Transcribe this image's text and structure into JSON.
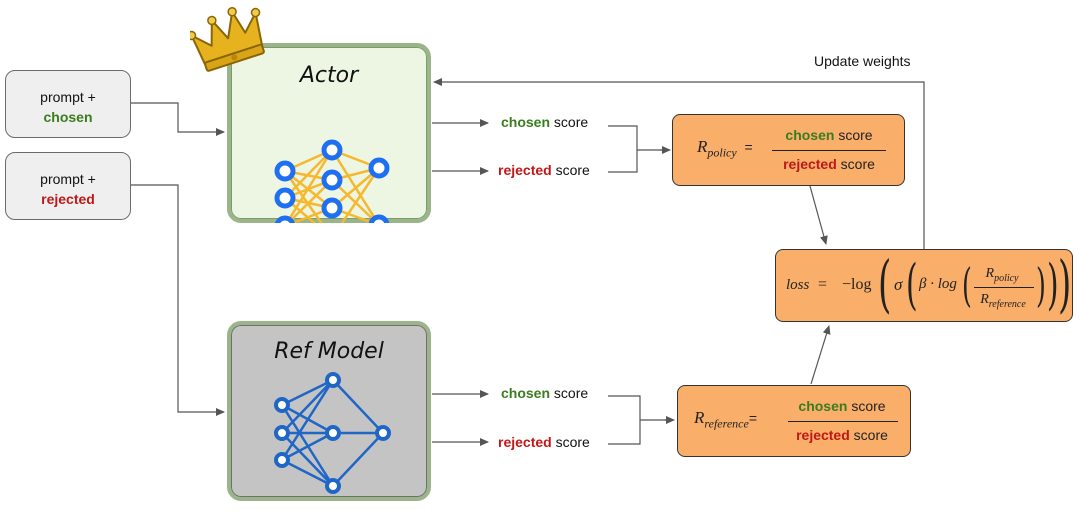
{
  "inputs": {
    "chosen": {
      "line1": "prompt +",
      "line2": "chosen"
    },
    "rejected": {
      "line1": "prompt +",
      "line2": "rejected"
    }
  },
  "actor": {
    "title": "Actor"
  },
  "ref_model": {
    "title": "Ref Model"
  },
  "scores": {
    "chosen_word": "chosen",
    "rejected_word": "rejected",
    "score_word": "score"
  },
  "policy_ratio": {
    "symbol": "R",
    "subscript": "policy",
    "equals": "="
  },
  "reference_ratio": {
    "symbol": "R",
    "subscript": "reference",
    "equals": "="
  },
  "loss": {
    "lhs": "loss",
    "equals": "=",
    "neg_log": "−log",
    "sigma": "σ",
    "beta_log": "β · log",
    "num_symbol": "R",
    "num_sub": "policy",
    "den_symbol": "R",
    "den_sub": "reference"
  },
  "update_label": "Update weights",
  "colors": {
    "chosen": "#3a7d1e",
    "rejected": "#c01818",
    "actor_fill": "#edf6e3",
    "actor_border": "#9bb58a",
    "ref_fill": "#c4c4c4",
    "ref_border": "#9bb58a",
    "orange": "#f9ae6a",
    "actor_node": "#1f6ff2",
    "actor_edge": "#f5b82e",
    "ref_net": "#1f66c7",
    "crown": "#e6b31e"
  }
}
